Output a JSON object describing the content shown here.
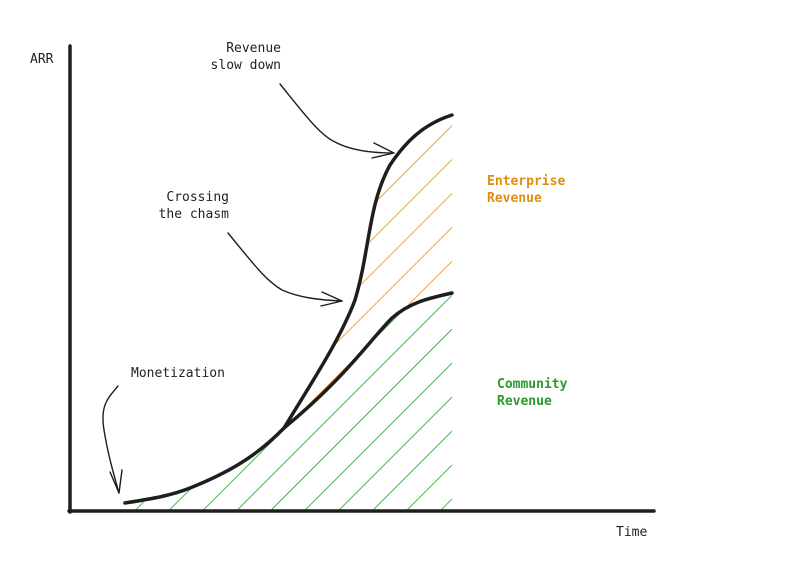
{
  "axes": {
    "y_label": "ARR",
    "x_label": "Time"
  },
  "annotations": {
    "revenue_slowdown": [
      "Revenue",
      "slow down"
    ],
    "crossing_chasm": [
      "Crossing",
      "the chasm"
    ],
    "monetization": "Monetization"
  },
  "regions": {
    "enterprise": {
      "lines": [
        "Enterprise",
        "Revenue"
      ],
      "color": "#e08e0b"
    },
    "community": {
      "lines": [
        "Community",
        "Revenue"
      ],
      "color": "#2a9a2a"
    }
  },
  "colors": {
    "ink": "#1e1e1e",
    "text": "#222222"
  }
}
